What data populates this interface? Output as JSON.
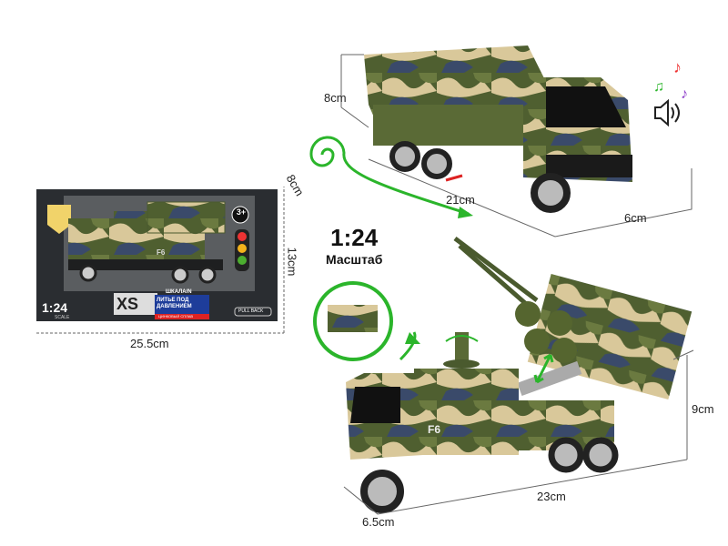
{
  "box": {
    "age_badge": "3+",
    "scale": "1:24",
    "scale_caption": "SCALE",
    "brand_logo_text": "XS",
    "tagline_top": "ШКАЛА/N",
    "tagline_main": "ЛИТЬЕ ПОД ДАВЛЕНИЕМ",
    "tagline_bottom": "ЦИНКОВЫЙ СПЛАВ",
    "pull_back": "PULL BACK",
    "truck_marking": "F6",
    "dimensions": {
      "depth": "8cm",
      "height": "13cm",
      "width": "25.5cm"
    }
  },
  "cargo_truck": {
    "dimensions": {
      "height": "8cm",
      "length": "21cm",
      "width": "6cm"
    }
  },
  "center_scale": {
    "value": "1:24",
    "label": "Масштаб"
  },
  "rocket_truck": {
    "marking": "F6",
    "dimensions": {
      "height": "9cm",
      "length": "23cm",
      "width": "6.5cm"
    }
  },
  "colors": {
    "camo_dark": "#4a5a2e",
    "camo_light": "#d9c89a",
    "camo_blue": "#3a4a6a",
    "arrow_green": "#2bb52b"
  },
  "icons": [
    "music-notes-icon",
    "speaker-sound-icon",
    "pull-back-spiral-arrow-icon",
    "light-icon",
    "sound-icon",
    "rotate-arrow-icon"
  ]
}
